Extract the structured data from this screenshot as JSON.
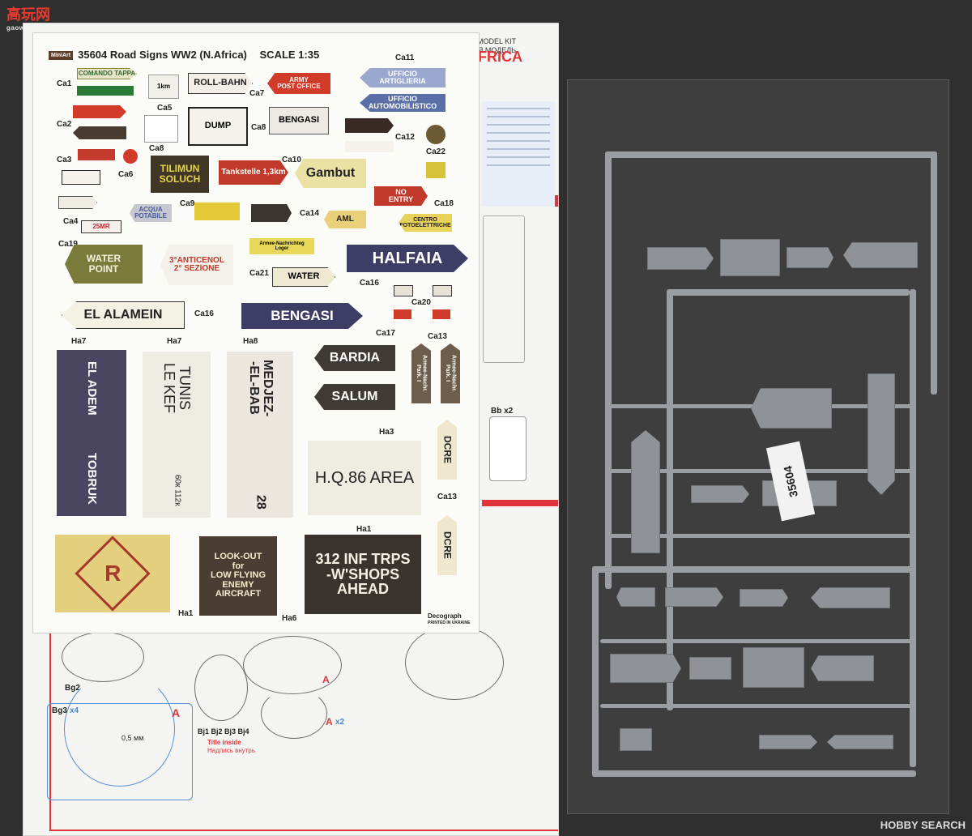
{
  "watermark": {
    "text": "高玩网",
    "url_text": "gaowan.com"
  },
  "sheet": {
    "kit_text": "STIC MODEL KIT\nКОВАЯ МОДЕЛЬ",
    "africa": "FRICA"
  },
  "decal": {
    "brand": "MiniArt",
    "title": "35604 Road Signs WW2 (N.Africa)",
    "scale": "SCALE 1:35",
    "printer": "Decograph",
    "printed": "PRINTED IN UKRAINE"
  },
  "labels": {
    "ca1": "Ca1",
    "ca2": "Ca2",
    "ca3": "Ca3",
    "ca4": "Ca4",
    "ca5": "Ca5",
    "ca6": "Ca6",
    "ca7": "Ca7",
    "ca8a": "Ca8",
    "ca8b": "Ca8",
    "ca9": "Ca9",
    "ca10": "Ca10",
    "ca11": "Ca11",
    "ca12": "Ca12",
    "ca13a": "Ca13",
    "ca13b": "Ca13",
    "ca14": "Ca14",
    "ca16a": "Ca16",
    "ca16b": "Ca16",
    "ca17": "Ca17",
    "ca18": "Ca18",
    "ca19": "Ca19",
    "ca20": "Ca20",
    "ca21": "Ca21",
    "ca22": "Ca22",
    "ha1a": "Ha1",
    "ha1b": "Ha1",
    "ha3": "Ha3",
    "ha6": "Ha6",
    "ha7a": "Ha7",
    "ha7b": "Ha7",
    "ha8": "Ha8",
    "bb": "Bb x2",
    "bg2": "Bg2",
    "bg3": "Bg3",
    "x4": "x4",
    "a1": "A",
    "a2": "A",
    "a3": "A",
    "x2": "x2",
    "bj": "Bj1 Bj2 Bj3 Bj4",
    "title_inside": "Title inside",
    "title_inside_ru": "Надпись внутрь",
    "thick": "0,5 мм"
  },
  "signs": {
    "comando": "COMANDO TAPPA",
    "roll": "ROLL-BAHN",
    "army": "ARMY\nPOST OFFICE",
    "artiglieria": "UFFICIO\nARTIGLIERIA",
    "automobilistico": "UFFICIO\nAUTOMOBILISTICO",
    "dump": "DUMP",
    "bengasi1": "BENGASI",
    "km": "1km",
    "tilimun": "TILIMUN\nSOLUCH",
    "tankstelle": "Tankstelle 1,3km",
    "gambut": "Gambut",
    "noentry": "NO\nENTRY",
    "acqua": "ACQUA\nPOTABILE",
    "km25": "25MR",
    "aml": "AML",
    "centro": "CENTRO\nFOTOELETTRICHE",
    "water_point": "WATER\nPOINT",
    "anticenol": "3°ANTICENOL\n2° SEZIONE",
    "armee": "Armee-Nachrichteg\nLoger",
    "water": "WATER",
    "halfaia": "HALFAIA",
    "alamein": "EL ALAMEIN",
    "bengasi2": "BENGASI",
    "bardia": "BARDIA",
    "salum": "SALUM",
    "park": "Armee-Nachr.\nPark. I",
    "eladem": "EL ADEM",
    "tobruk": "TOBRUK",
    "tunis": "TUNIS\nLE KEF",
    "tunis_km": "60к 112к",
    "medjez": "MEDJEZ-\n-EL-BAB",
    "medjez_n": "28",
    "hq": "H.Q.86 AREA",
    "dcre": "DCRE",
    "lookout": "LOOK-OUT\nfor\nLOW FLYING\nENEMY\nAIRCRAFT",
    "inf": "312 INF TRPS\n-W'SHOPS\nAHEAD",
    "r_mark": "R"
  },
  "bag": {
    "tag_number": "35604"
  },
  "credit": "HOBBY SEARCH",
  "colors": {
    "red": "#e0353a",
    "sign_red": "#d23a2a",
    "navy": "#3d3d66",
    "brown": "#4a3b30",
    "sprue": "#9a9ea3"
  }
}
